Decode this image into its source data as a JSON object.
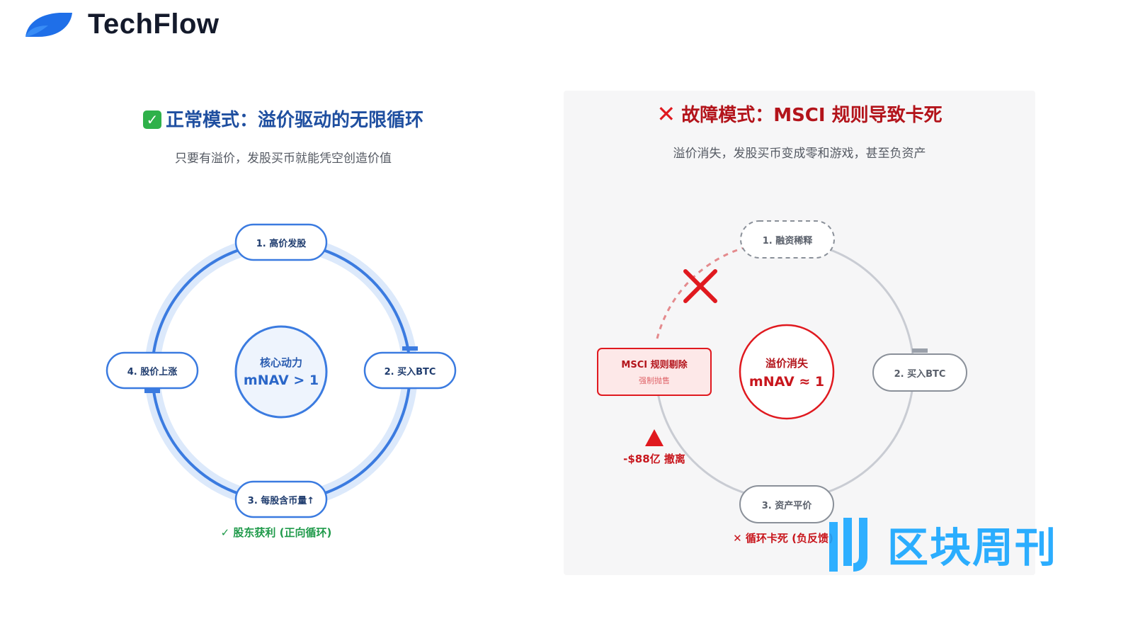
{
  "brand": {
    "name": "TechFlow",
    "color": "#1f6fe8"
  },
  "left_panel": {
    "title": "正常模式：溢价驱动的无限循环",
    "title_icon": "check-box-icon",
    "subtitle": "只要有溢价，发股买币就能凭空创造价值",
    "nodes": {
      "top": "1. 高价发股",
      "right": "2. 买入BTC",
      "bottom": "3. 每股含币量↑",
      "left": "4. 股价上涨"
    },
    "center": {
      "line1": "核心动力",
      "line2": "mNAV > 1"
    },
    "footer": "✓ 股东获利 (正向循环)",
    "colors": {
      "accent": "#3b7be0",
      "footer": "#1f9a4a"
    }
  },
  "right_panel": {
    "title": "故障模式：MSCI 规则导致卡死",
    "title_icon": "x-icon",
    "subtitle": "溢价消失，发股买币变成零和游戏，甚至负资产",
    "nodes": {
      "top": "1. 融资稀释",
      "right": "2. 买入BTC",
      "bottom": "3. 资产平价"
    },
    "center": {
      "line1": "溢价消失",
      "line2": "mNAV ≈ 1"
    },
    "alert_box": {
      "title": "MSCI 规则剔除",
      "subtitle": "强制抛售"
    },
    "outflow": "-$88亿 撤离",
    "footer": "✕ 循环卡死 (负反馈)",
    "colors": {
      "accent": "#e0191f",
      "ring": "#c9ccd3"
    }
  },
  "watermark": {
    "text": "区块周刊",
    "color": "#1aa7ff"
  }
}
